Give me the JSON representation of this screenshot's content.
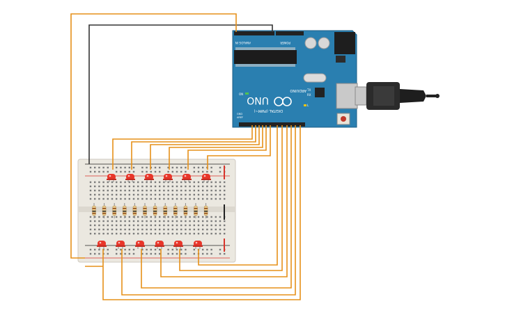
{
  "board": {
    "brand": "ARDUINO",
    "model": "UNO",
    "on_label": "ON",
    "tx_label": "TX",
    "rx_label": "RX",
    "l_label": "L",
    "digital_label": "DIGITAL (PWM~)",
    "analog_label": "ANALOG IN",
    "power_label": "POWER",
    "aref_label": "AREF",
    "gnd_label": "GND",
    "colors": {
      "pcb": "#2a7fb0",
      "pcb_edge": "#1d5f87",
      "header": "#222222"
    }
  },
  "breadboard": {
    "colors": {
      "body": "#ebe8e0",
      "hole": "#7a7a7a",
      "rail_red": "#d9342b",
      "rail_black": "#222222"
    }
  },
  "components": {
    "led_count": 12,
    "resistor_count": 12,
    "led_color": "#e8362a",
    "wire_color": "#e69019",
    "ground_wire_color": "#333333"
  }
}
